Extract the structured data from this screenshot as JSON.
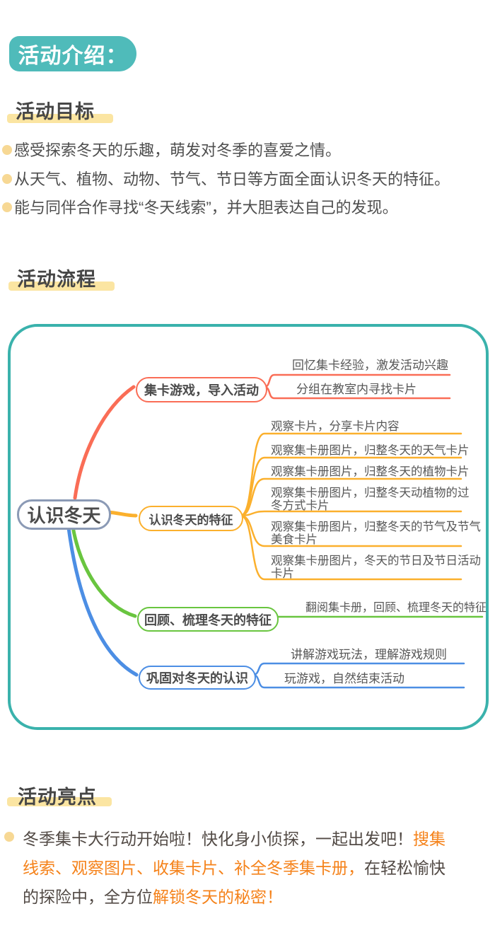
{
  "header": {
    "title": "活动介绍："
  },
  "goals": {
    "heading": "活动目标",
    "bullets": [
      "感受探索冬天的乐趣，萌发对冬季的喜爱之情。",
      "从天气、植物、动物、节气、节日等方面全面认识冬天的特征。",
      "能与同伴合作寻找“冬天线索”，并大胆表达自己的发现。"
    ]
  },
  "process": {
    "heading": "活动流程",
    "mindmap": {
      "root": "认识冬天",
      "branches": [
        {
          "label": "集卡游戏，导入活动",
          "color": "#fa6d56",
          "children": [
            {
              "lines": [
                "回忆集卡经验，激发活动兴趣"
              ]
            },
            {
              "lines": [
                "分组在教室内寻找卡片"
              ]
            }
          ]
        },
        {
          "label": "认识冬天的特征",
          "color": "#fbb02d",
          "children": [
            {
              "lines": [
                "观察卡片，分享卡片内容"
              ]
            },
            {
              "lines": [
                "观察集卡册图片，归整冬天的天气卡片"
              ]
            },
            {
              "lines": [
                "观察集卡册图片，归整冬天的植物卡片"
              ]
            },
            {
              "lines": [
                "观察集卡册图片，归整冬天动植物的过",
                "冬方式卡片"
              ]
            },
            {
              "lines": [
                "观察集卡册图片，归整冬天的节气及节气",
                "美食卡片"
              ]
            },
            {
              "lines": [
                "观察集卡册图片，冬天的节日及节日活动",
                "卡片"
              ]
            }
          ]
        },
        {
          "label": "回顾、梳理冬天的特征",
          "color": "#69c53f",
          "children": [
            {
              "lines": [
                "翻阅集卡册，回顾、梳理冬天的特征"
              ]
            }
          ]
        },
        {
          "label": "巩固对冬天的认识",
          "color": "#4c8ee4",
          "children": [
            {
              "lines": [
                "讲解游戏玩法，理解游戏规则"
              ]
            },
            {
              "lines": [
                "玩游戏，自然结束活动"
              ]
            }
          ]
        }
      ]
    }
  },
  "highlights": {
    "heading": "活动亮点",
    "lines": [
      {
        "segs": [
          {
            "text": "冬季集卡大行动开始啦！快化身小侦探，一起出发吧！"
          },
          {
            "text": "搜集"
          }
        ]
      },
      {
        "segs": [
          {
            "text": "线索、观察图片、收集卡片、补全冬季集卡册，"
          },
          {
            "text": "在轻松愉快"
          }
        ]
      },
      {
        "segs": [
          {
            "text": "的探险中，全方位"
          },
          {
            "text": "解锁冬天的秘密！"
          }
        ]
      }
    ]
  },
  "colors": {
    "header_bg": "#4fbbba",
    "map_border": "#3ab2ac",
    "heading_highlight": "#fbe5a2",
    "bullet_dot": "#f7d894",
    "root_border": "#8b9ab5",
    "branch_red": "#fa6d56",
    "branch_yellow": "#fbb02d",
    "branch_green": "#69c53f",
    "branch_blue": "#4c8ee4",
    "text_dark": "#4e4e4e",
    "text_orange": "#f5821a"
  }
}
